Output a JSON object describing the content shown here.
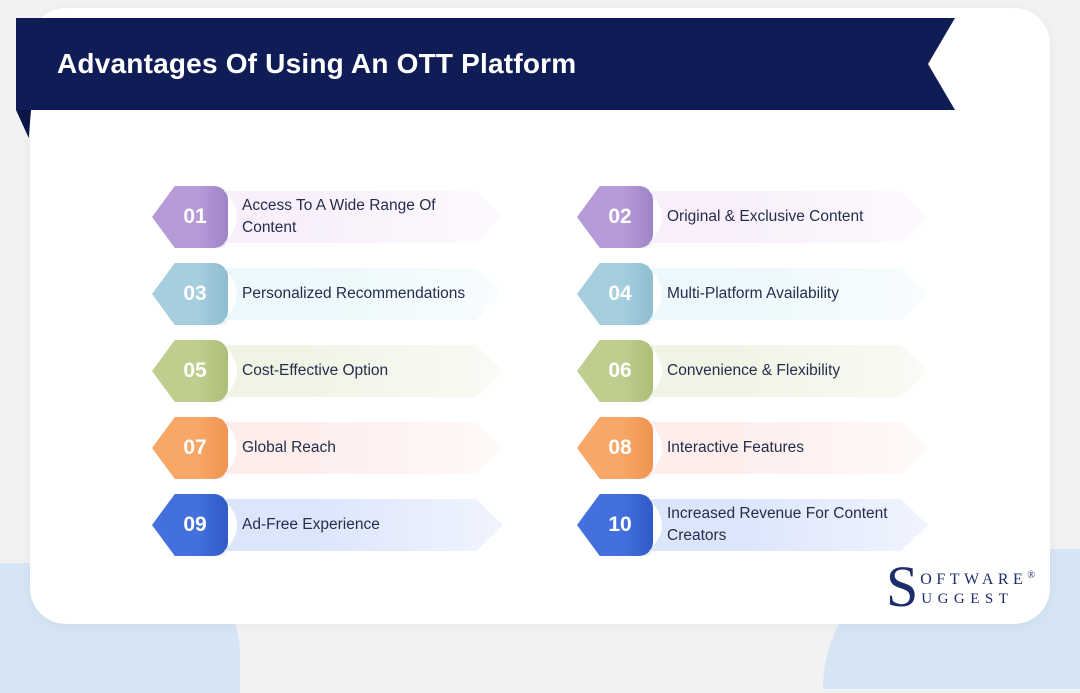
{
  "header": {
    "title": "Advantages Of Using An OTT Platform"
  },
  "items": [
    {
      "number": "01",
      "label": "Access To A Wide Range Of Content",
      "badge": "#B69BD8",
      "badge_dark": "#9E83C7",
      "ribbon": "#F8EFFA",
      "ribbon_light": "#FDFAFE"
    },
    {
      "number": "02",
      "label": "Original & Exclusive Content",
      "badge": "#B69BD8",
      "badge_dark": "#9E83C7",
      "ribbon": "#F8EFFA",
      "ribbon_light": "#FDFAFE"
    },
    {
      "number": "03",
      "label": "Personalized Recommendations",
      "badge": "#A5CEDF",
      "badge_dark": "#8EBDD1",
      "ribbon": "#EBF8FC",
      "ribbon_light": "#F8FDFE"
    },
    {
      "number": "04",
      "label": "Multi-Platform Availability",
      "badge": "#A5CEDF",
      "badge_dark": "#8EBDD1",
      "ribbon": "#EBF8FC",
      "ribbon_light": "#F8FDFE"
    },
    {
      "number": "05",
      "label": "Cost-Effective Option",
      "badge": "#BFCE8F",
      "badge_dark": "#ACBE76",
      "ribbon": "#F0F4E5",
      "ribbon_light": "#FAFBF5"
    },
    {
      "number": "06",
      "label": "Convenience & Flexibility",
      "badge": "#BFCE8F",
      "badge_dark": "#ACBE76",
      "ribbon": "#F0F4E5",
      "ribbon_light": "#FAFBF5"
    },
    {
      "number": "07",
      "label": "Global Reach",
      "badge": "#F7A767",
      "badge_dark": "#EF9350",
      "ribbon": "#FDEEEC",
      "ribbon_light": "#FEF9F8"
    },
    {
      "number": "08",
      "label": "Interactive Features",
      "badge": "#F7A767",
      "badge_dark": "#EF9350",
      "ribbon": "#FDEEEC",
      "ribbon_light": "#FEF9F8"
    },
    {
      "number": "09",
      "label": "Ad-Free Experience",
      "badge": "#4370DC",
      "badge_dark": "#2F5AC7",
      "ribbon": "#DBE5FB",
      "ribbon_light": "#F0F4FE"
    },
    {
      "number": "10",
      "label": "Increased Revenue For Content Creators",
      "badge": "#4370DC",
      "badge_dark": "#2F5AC7",
      "ribbon": "#DBE5FB",
      "ribbon_light": "#F0F4FE"
    }
  ],
  "logo": {
    "initial": "S",
    "line1": "OFTWARE",
    "registered": "®",
    "line2": "UGGEST"
  },
  "colors": {
    "background": "#F2F2F3",
    "card": "#FFFFFF",
    "banner": "#101C55",
    "banner_fold": "#0A1546",
    "accent_blob": "#D6E5F4",
    "title_text": "#FFFFFF",
    "item_text": "#242E4C",
    "logo_text": "#1E2C6B"
  }
}
